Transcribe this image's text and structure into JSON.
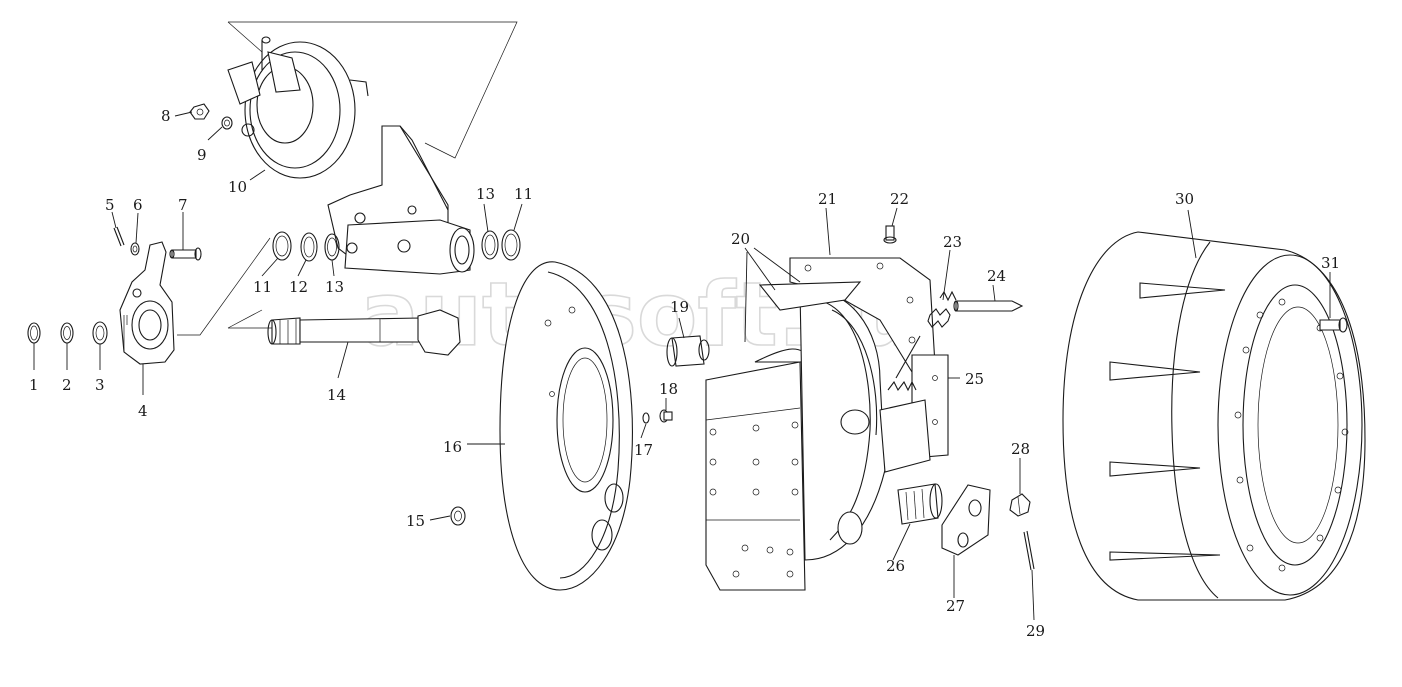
{
  "labels": {
    "p1": "1",
    "p2": "2",
    "p3": "3",
    "p4": "4",
    "p5": "5",
    "p6": "6",
    "p7": "7",
    "p8": "8",
    "p9": "9",
    "p10": "10",
    "p11a": "11",
    "p11b": "11",
    "p12": "12",
    "p13a": "13",
    "p13b": "13",
    "p14": "14",
    "p15": "15",
    "p16": "16",
    "p17": "17",
    "p18": "18",
    "p19": "19",
    "p20": "20",
    "p21": "21",
    "p22": "22",
    "p23": "23",
    "p24": "24",
    "p25": "25",
    "p26": "26",
    "p27": "27",
    "p28": "28",
    "p29": "29",
    "p30": "30",
    "p31": "31"
  },
  "watermark": "autosoft.ru",
  "colors": {
    "line": "#1a1a1a",
    "background": "#ffffff",
    "watermark": "#d9d9d9"
  }
}
